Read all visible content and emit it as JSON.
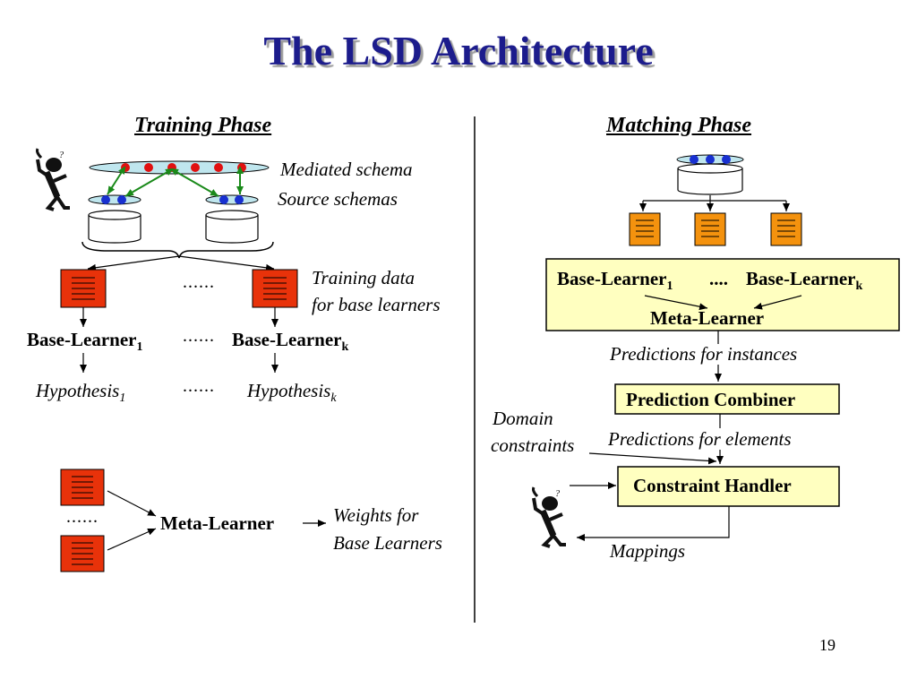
{
  "title": "The LSD Architecture",
  "training": {
    "heading": "Training Phase",
    "mediated_schema": "Mediated schema",
    "source_schemas": "Source schemas",
    "training_data_line1": "Training data",
    "training_data_line2": "for base learners",
    "base_learner": "Base-Learner",
    "sub_1": "1",
    "sub_k": "k",
    "hypothesis": "Hypothesis",
    "dots": "......",
    "meta_learner": "Meta-Learner",
    "weights_line1": "Weights for",
    "weights_line2": "Base Learners"
  },
  "matching": {
    "heading": "Matching Phase",
    "base_learner": "Base-Learner",
    "sub_1": "1",
    "sub_k": "k",
    "dots": "....",
    "meta_learner": "Meta-Learner",
    "predictions_instances": "Predictions for instances",
    "prediction_combiner": "Prediction Combiner",
    "domain_line1": "Domain",
    "domain_line2": "constraints",
    "predictions_elements": "Predictions for elements",
    "constraint_handler": "Constraint Handler",
    "mappings": "Mappings"
  },
  "page_number": "19",
  "colors": {
    "title": "#1c1c8c",
    "learner_red": "#e8320a",
    "learner_orange": "#f4920e",
    "schema_fill": "#bfe6ee",
    "node_red": "#e01010",
    "node_blue": "#1830d0",
    "edge_green": "#1a8a1a",
    "yellow_box": "#ffffc0"
  }
}
